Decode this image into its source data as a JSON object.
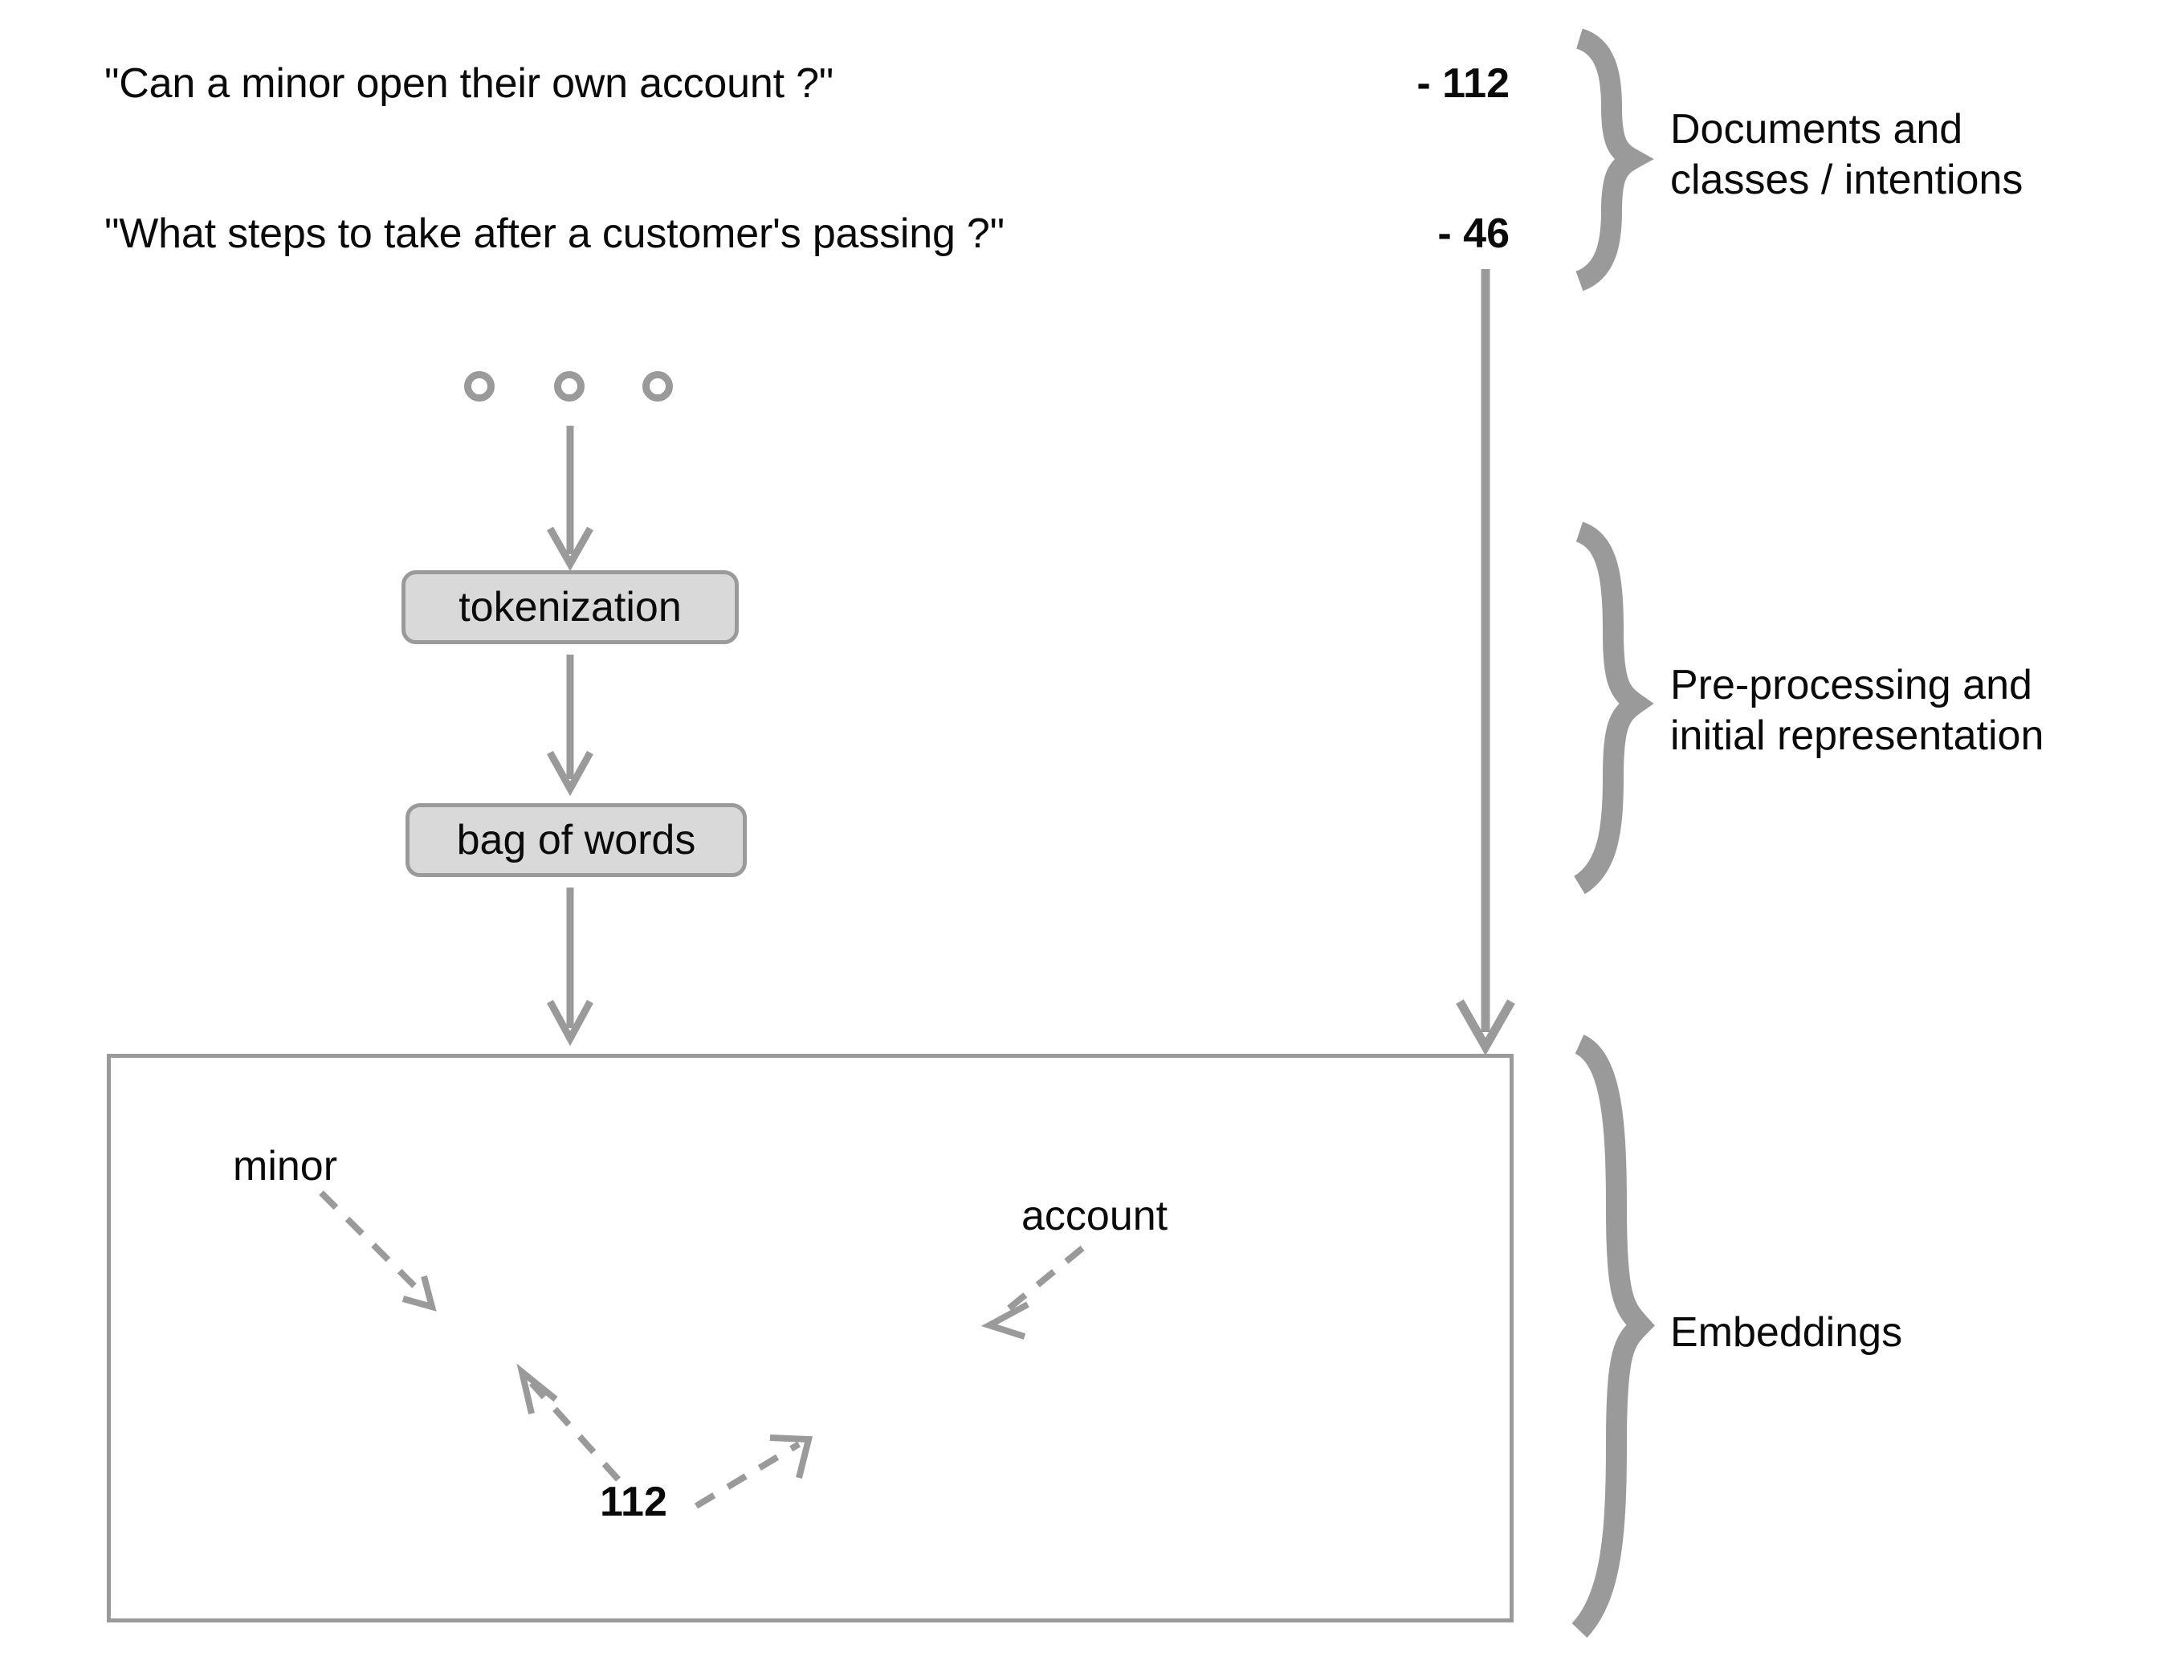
{
  "diagram": {
    "title": "NLP pipeline: documents to embeddings",
    "colors": {
      "stroke_gray": "#9a9a9a",
      "pill_fill": "#d9d9d9",
      "text_black": "#0a0a0a",
      "background": "#ffffff"
    }
  },
  "documents": [
    {
      "text": "\"Can a minor open their own account ?\"",
      "count": "- 112"
    },
    {
      "text": "\"What steps to take after a customer's passing ?\"",
      "count": "- 46"
    }
  ],
  "ellipsis": {
    "dot_1": "circle-outline",
    "dot_2": "circle-outline",
    "dot_3": "circle-outline"
  },
  "pipeline": {
    "steps": [
      {
        "label": "tokenization"
      },
      {
        "label": "bag of words"
      }
    ],
    "arrows": {
      "dots_to_tokenization": "down-arrow",
      "tokenization_to_bow": "down-arrow",
      "bow_to_embeddings": "down-arrow",
      "class_to_embeddings": "long-down-arrow"
    }
  },
  "embedding_space": {
    "points": [
      {
        "label": "minor",
        "arrow": "dashed-arrow-down-right"
      },
      {
        "label": "account",
        "arrow": "dashed-arrow-down-left"
      },
      {
        "label": "112",
        "arrow_a": "dashed-arrow-up-left",
        "arrow_b": "dashed-arrow-up-right"
      }
    ]
  },
  "groups": [
    {
      "brace": "curly-brace-right",
      "caption": "Documents and\nclasses / intentions"
    },
    {
      "brace": "curly-brace-right",
      "caption": "Pre-processing and\ninitial representation"
    },
    {
      "brace": "curly-brace-right",
      "caption": "Embeddings"
    }
  ]
}
